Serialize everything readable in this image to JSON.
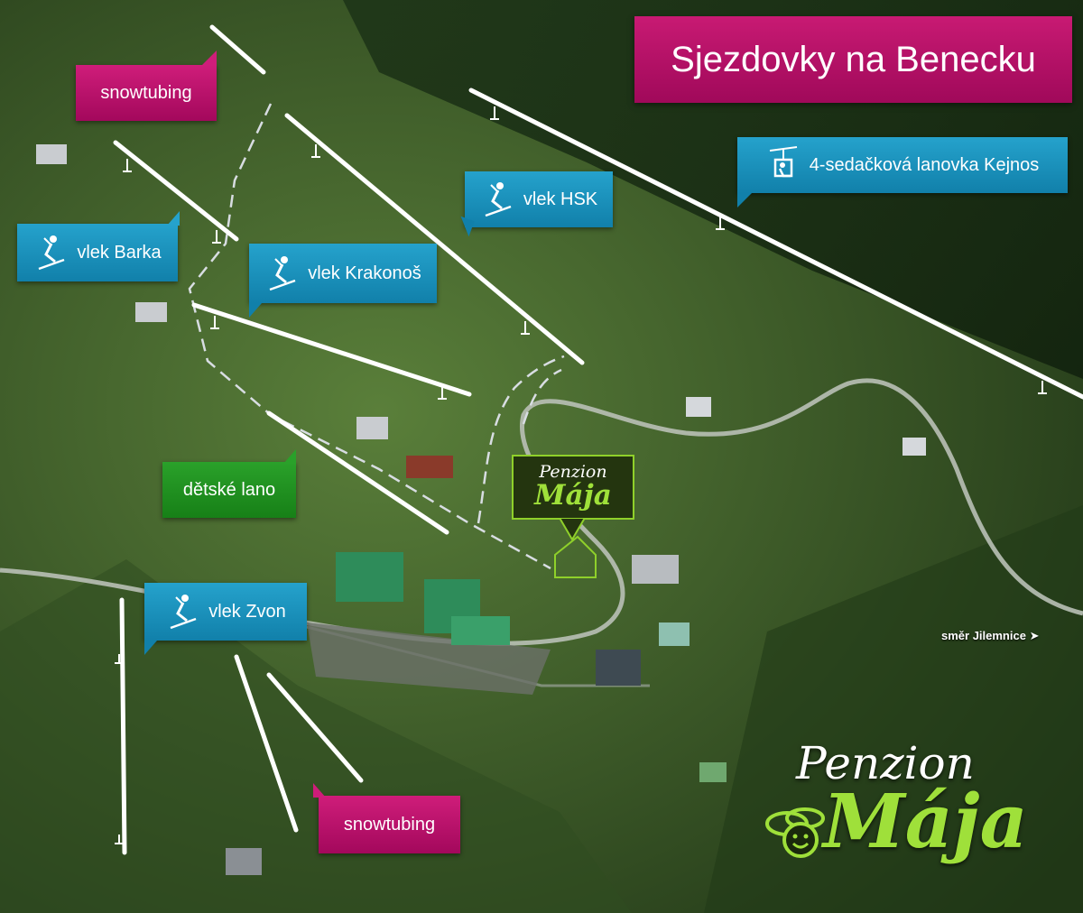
{
  "title": "Sjezdovky na Benecku",
  "labels": {
    "snowtubing_top": "snowtubing",
    "snowtubing_bottom": "snowtubing",
    "kejnos": "4-sedačková lanovka Kejnos",
    "hsk": "vlek HSK",
    "barka": "vlek Barka",
    "krakonos": "vlek Krakonoš",
    "detske_lano": "dětské lano",
    "zvon": "vlek Zvon"
  },
  "pin": {
    "line1": "Penzion",
    "line2": "Mája"
  },
  "direction": "směr Jilemnice",
  "direction_arrow": "➤",
  "logo": {
    "line1": "Penzion",
    "line2": "Mája"
  },
  "icons": {
    "skier": "skier-icon",
    "chairlift": "chairlift-icon"
  },
  "colors": {
    "pink": "#b3106a",
    "blue": "#1b92bf",
    "green": "#1f8f1f",
    "logo_green": "#9fe03a"
  }
}
